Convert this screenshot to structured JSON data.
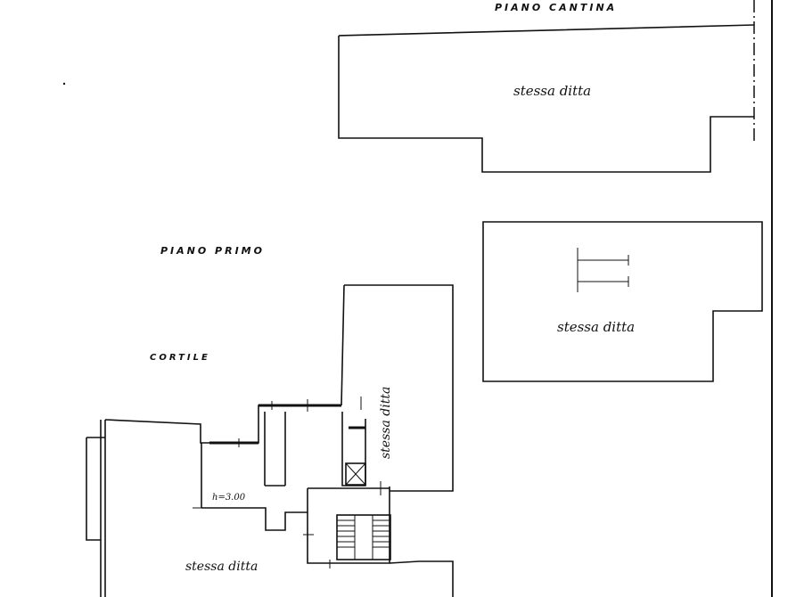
{
  "labels": {
    "cellar_floor": "PIANO CANTINA",
    "first_floor": "PIANO PRIMO",
    "courtyard": "CORTILE",
    "same_owner_cellar": "stessa ditta",
    "same_owner_right": "stessa ditta",
    "same_owner_vertical": "stessa ditta",
    "same_owner_bottom": "stessa ditta",
    "ceiling_height": "h=3.00"
  }
}
